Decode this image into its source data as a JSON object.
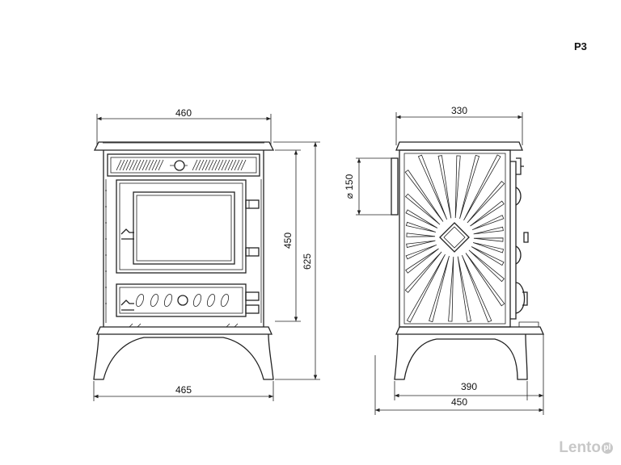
{
  "model_label": "P3",
  "front_view": {
    "width_top": "460",
    "height_body": "450",
    "height_total": "625",
    "width_base": "465"
  },
  "side_view": {
    "depth_top": "330",
    "flue_diameter": "⌀ 150",
    "depth_base": "390",
    "depth_total": "450"
  },
  "watermark": {
    "text": "Lento",
    "badge": "pl"
  },
  "colors": {
    "line": "#222222",
    "background": "#ffffff",
    "watermark": "#c8c8c8"
  }
}
